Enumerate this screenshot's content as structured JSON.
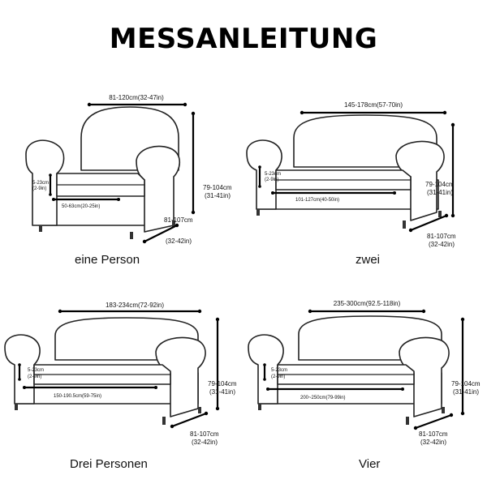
{
  "title": "MESSANLEITUNG",
  "panels": [
    {
      "caption": "eine Person",
      "width_label": "81-120cm(32-47in)",
      "height_label_1": "79-104cm",
      "height_label_2": "(31-41in)",
      "depth_label_1": "81-107cm",
      "depth_label_2": "(32-42in)",
      "seat_label": "50-63cm(20-25in)",
      "cushion_label_1": "5-23cm",
      "cushion_label_2": "(2-9in)"
    },
    {
      "caption": "zwei",
      "width_label": "145-178cm(57-70in)",
      "height_label_1": "79-104cm",
      "height_label_2": "(31-41in)",
      "depth_label_1": "81-107cm",
      "depth_label_2": "(32-42in)",
      "seat_label": "101-127cm(40-50in)",
      "cushion_label_1": "5-23cm",
      "cushion_label_2": "(2-9in)"
    },
    {
      "caption": "Drei Personen",
      "width_label": "183-234cm(72-92in)",
      "height_label_1": "79-104cm",
      "height_label_2": "(31-41in)",
      "depth_label_1": "81-107cm",
      "depth_label_2": "(32-42in)",
      "seat_label": "150-190.5cm(59-75in)",
      "cushion_label_1": "5-23cm",
      "cushion_label_2": "(2-9in)"
    },
    {
      "caption": "Vier",
      "width_label": "235-300cm(92.5-118in)",
      "height_label_1": "79-104cm",
      "height_label_2": "(31-41in)",
      "depth_label_1": "81-107cm",
      "depth_label_2": "(32-42in)",
      "seat_label": "200~250cm(79-99in)",
      "cushion_label_1": "5-23cm",
      "cushion_label_2": "(2-9in)"
    }
  ]
}
